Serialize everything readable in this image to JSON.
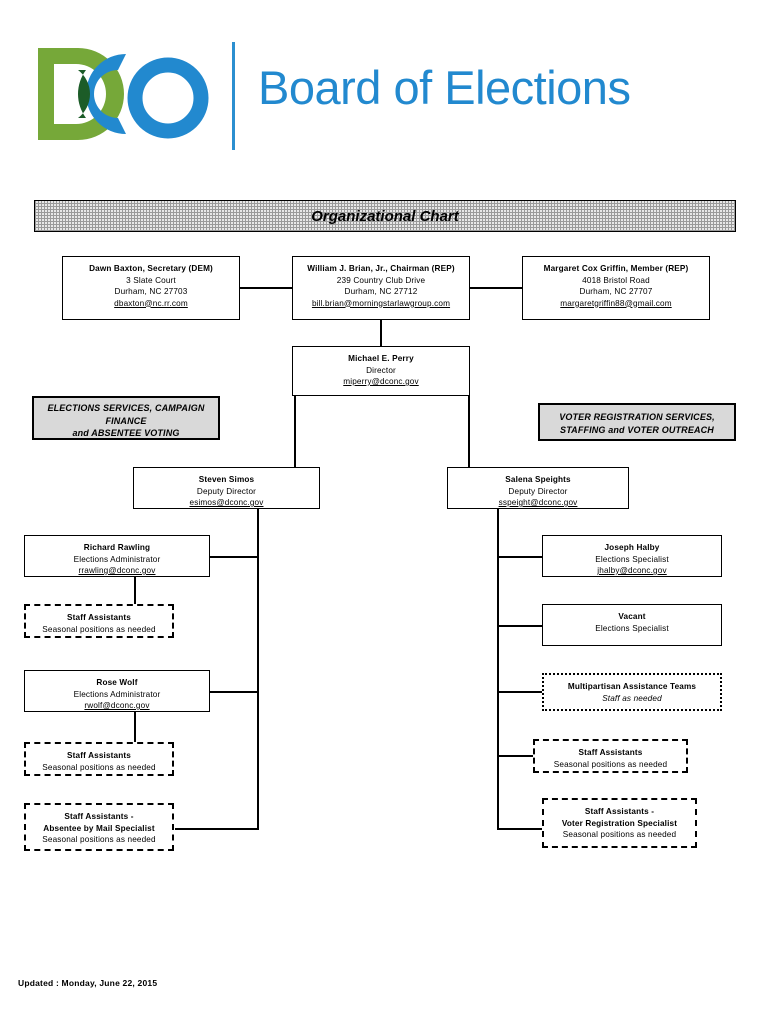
{
  "header": {
    "logo_letters": "DCO",
    "wordmark": "Board of Elections",
    "brand_blue": "#2289cf",
    "brand_green": "#76a839",
    "brand_dark_green": "#1c5c28"
  },
  "title_bar": {
    "title": "Organizational Chart"
  },
  "board": [
    {
      "name": "Dawn Baxton, Secretary (DEM)",
      "address": "3 Slate Court",
      "city": "Durham, NC 27703",
      "email": "dbaxton@nc.rr.com"
    },
    {
      "name": "William J. Brian, Jr., Chairman (REP)",
      "address": "239 Country Club Drive",
      "city": "Durham, NC 27712",
      "email": "bill.brian@morningstarlawgroup.com"
    },
    {
      "name": "Margaret Cox Griffin, Member (REP)",
      "address": "4018 Bristol Road",
      "city": "Durham, NC 27707",
      "email": "margaretgriffin88@gmail.com"
    }
  ],
  "director": {
    "name": "Michael E. Perry",
    "title": "Director",
    "email": "miperry@dconc.gov"
  },
  "divisions": {
    "left": {
      "line1": "ELECTIONS SERVICES, CAMPAIGN",
      "line2": "FINANCE",
      "line3": "and ABSENTEE VOTING"
    },
    "right": {
      "line1": "VOTER REGISTRATION SERVICES,",
      "line2": "STAFFING and VOTER OUTREACH"
    }
  },
  "deputies": {
    "left": {
      "name": "Steven Simos",
      "title": "Deputy Director",
      "email": "esimos@dconc.gov"
    },
    "right": {
      "name": "Salena Speights",
      "title": "Deputy Director",
      "email": "sspeight@dconc.gov"
    }
  },
  "left_branch": [
    {
      "name": "Richard Rawling",
      "title": "Elections Administrator",
      "email": "rrawling@dconc.gov"
    },
    {
      "name": "Staff Assistants",
      "note": "Seasonal positions as needed"
    },
    {
      "name": "Rose Wolf",
      "title": "Elections Administrator",
      "email": "rwolf@dconc.gov"
    },
    {
      "name": "Staff Assistants",
      "note": "Seasonal positions as needed"
    },
    {
      "name": "Staff Assistants -",
      "title": "Absentee by Mail Specialist",
      "note": "Seasonal positions as needed"
    }
  ],
  "right_branch": [
    {
      "name": "Joseph Halby",
      "title": "Elections Specialist",
      "email": "jhalby@dconc.gov"
    },
    {
      "name": "Vacant",
      "title": "Elections Specialist"
    },
    {
      "name": "Multipartisan Assistance Teams",
      "note": "Staff as needed"
    },
    {
      "name": "Staff Assistants",
      "note": "Seasonal positions as needed"
    },
    {
      "name": "Staff Assistants -",
      "title": "Voter Registration Specialist",
      "note": "Seasonal positions as needed"
    }
  ],
  "footer": {
    "updated": "Updated : Monday, June 22, 2015"
  }
}
